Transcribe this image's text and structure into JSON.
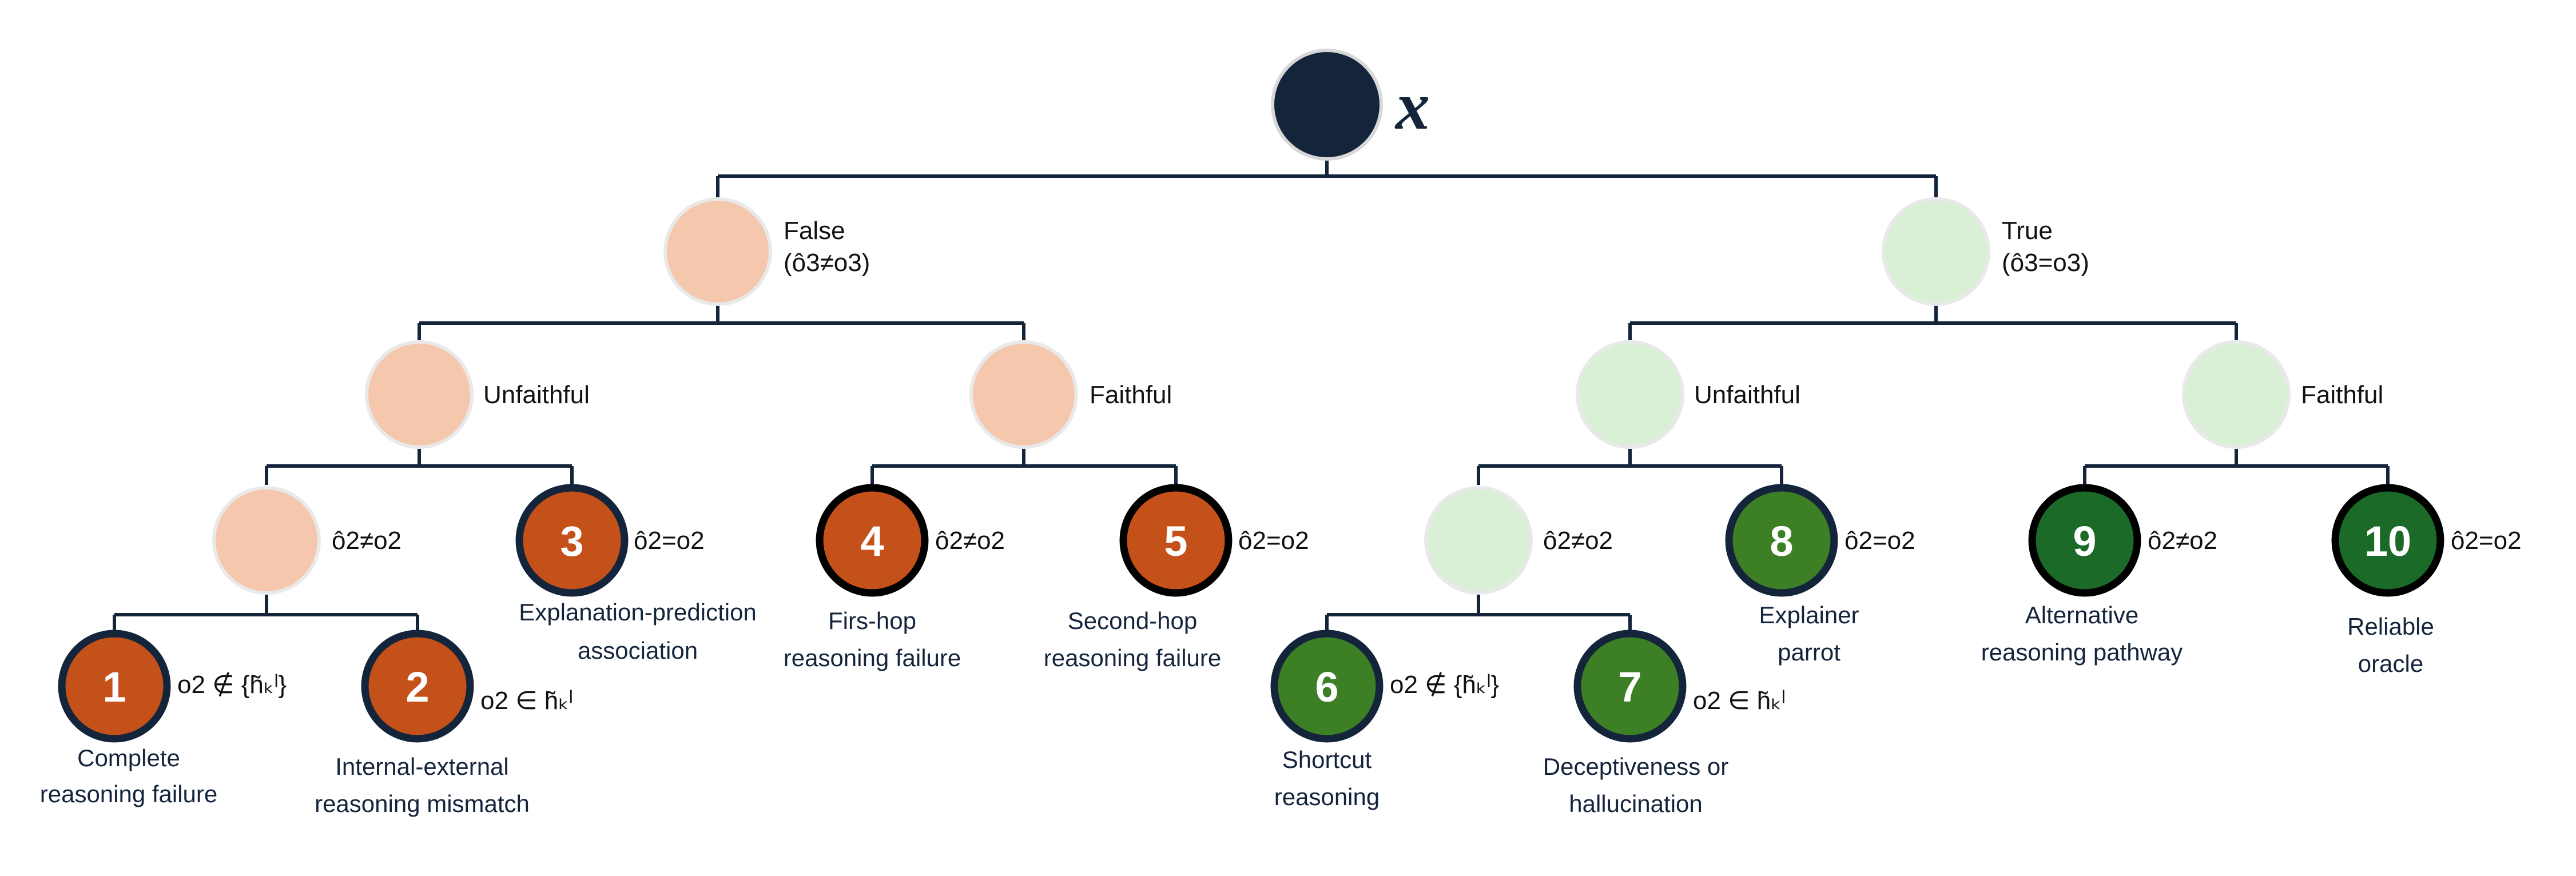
{
  "root": {
    "label": "x",
    "color": "#13243b"
  },
  "colors": {
    "false_branch_light": "#f5c8ae",
    "true_branch_light": "#d9f0d6",
    "leaf_red": "#c4511a",
    "leaf_green_light": "#3d7f25",
    "leaf_green_dark": "#1b6a27",
    "outline_navy": "#13243b",
    "outline_black": "#000000",
    "connector": "#13243b"
  },
  "level1": {
    "false": {
      "line1": "False",
      "line2": "(ô3≠o3)"
    },
    "true": {
      "line1": "True",
      "line2": "(ô3=o3)"
    }
  },
  "level2": {
    "false_unfaithful": "Unfaithful",
    "false_faithful": "Faithful",
    "true_unfaithful": "Unfaithful",
    "true_faithful": "Faithful"
  },
  "edge_labels": {
    "not_equal": "ô2≠o2",
    "equal": "ô2=o2",
    "not_in_set": "o2 ∉ {h̃ₖˡ}",
    "in_set": "o2 ∈ h̃ₖˡ"
  },
  "leaves": [
    {
      "number": "1",
      "caption_line1": "Complete",
      "caption_line2": "reasoning failure"
    },
    {
      "number": "2",
      "caption_line1": "Internal-external",
      "caption_line2": "reasoning mismatch"
    },
    {
      "number": "3",
      "caption_line1": "Explanation-prediction",
      "caption_line2": "association"
    },
    {
      "number": "4",
      "caption_line1": "Firs-hop",
      "caption_line2": "reasoning failure"
    },
    {
      "number": "5",
      "caption_line1": "Second-hop",
      "caption_line2": "reasoning failure"
    },
    {
      "number": "6",
      "caption_line1": "Shortcut",
      "caption_line2": "reasoning"
    },
    {
      "number": "7",
      "caption_line1": "Deceptiveness or",
      "caption_line2": "hallucination"
    },
    {
      "number": "8",
      "caption_line1": "Explainer",
      "caption_line2": "parrot"
    },
    {
      "number": "9",
      "caption_line1": "Alternative",
      "caption_line2": "reasoning pathway"
    },
    {
      "number": "10",
      "caption_line1": "Reliable",
      "caption_line2": "oracle"
    }
  ]
}
